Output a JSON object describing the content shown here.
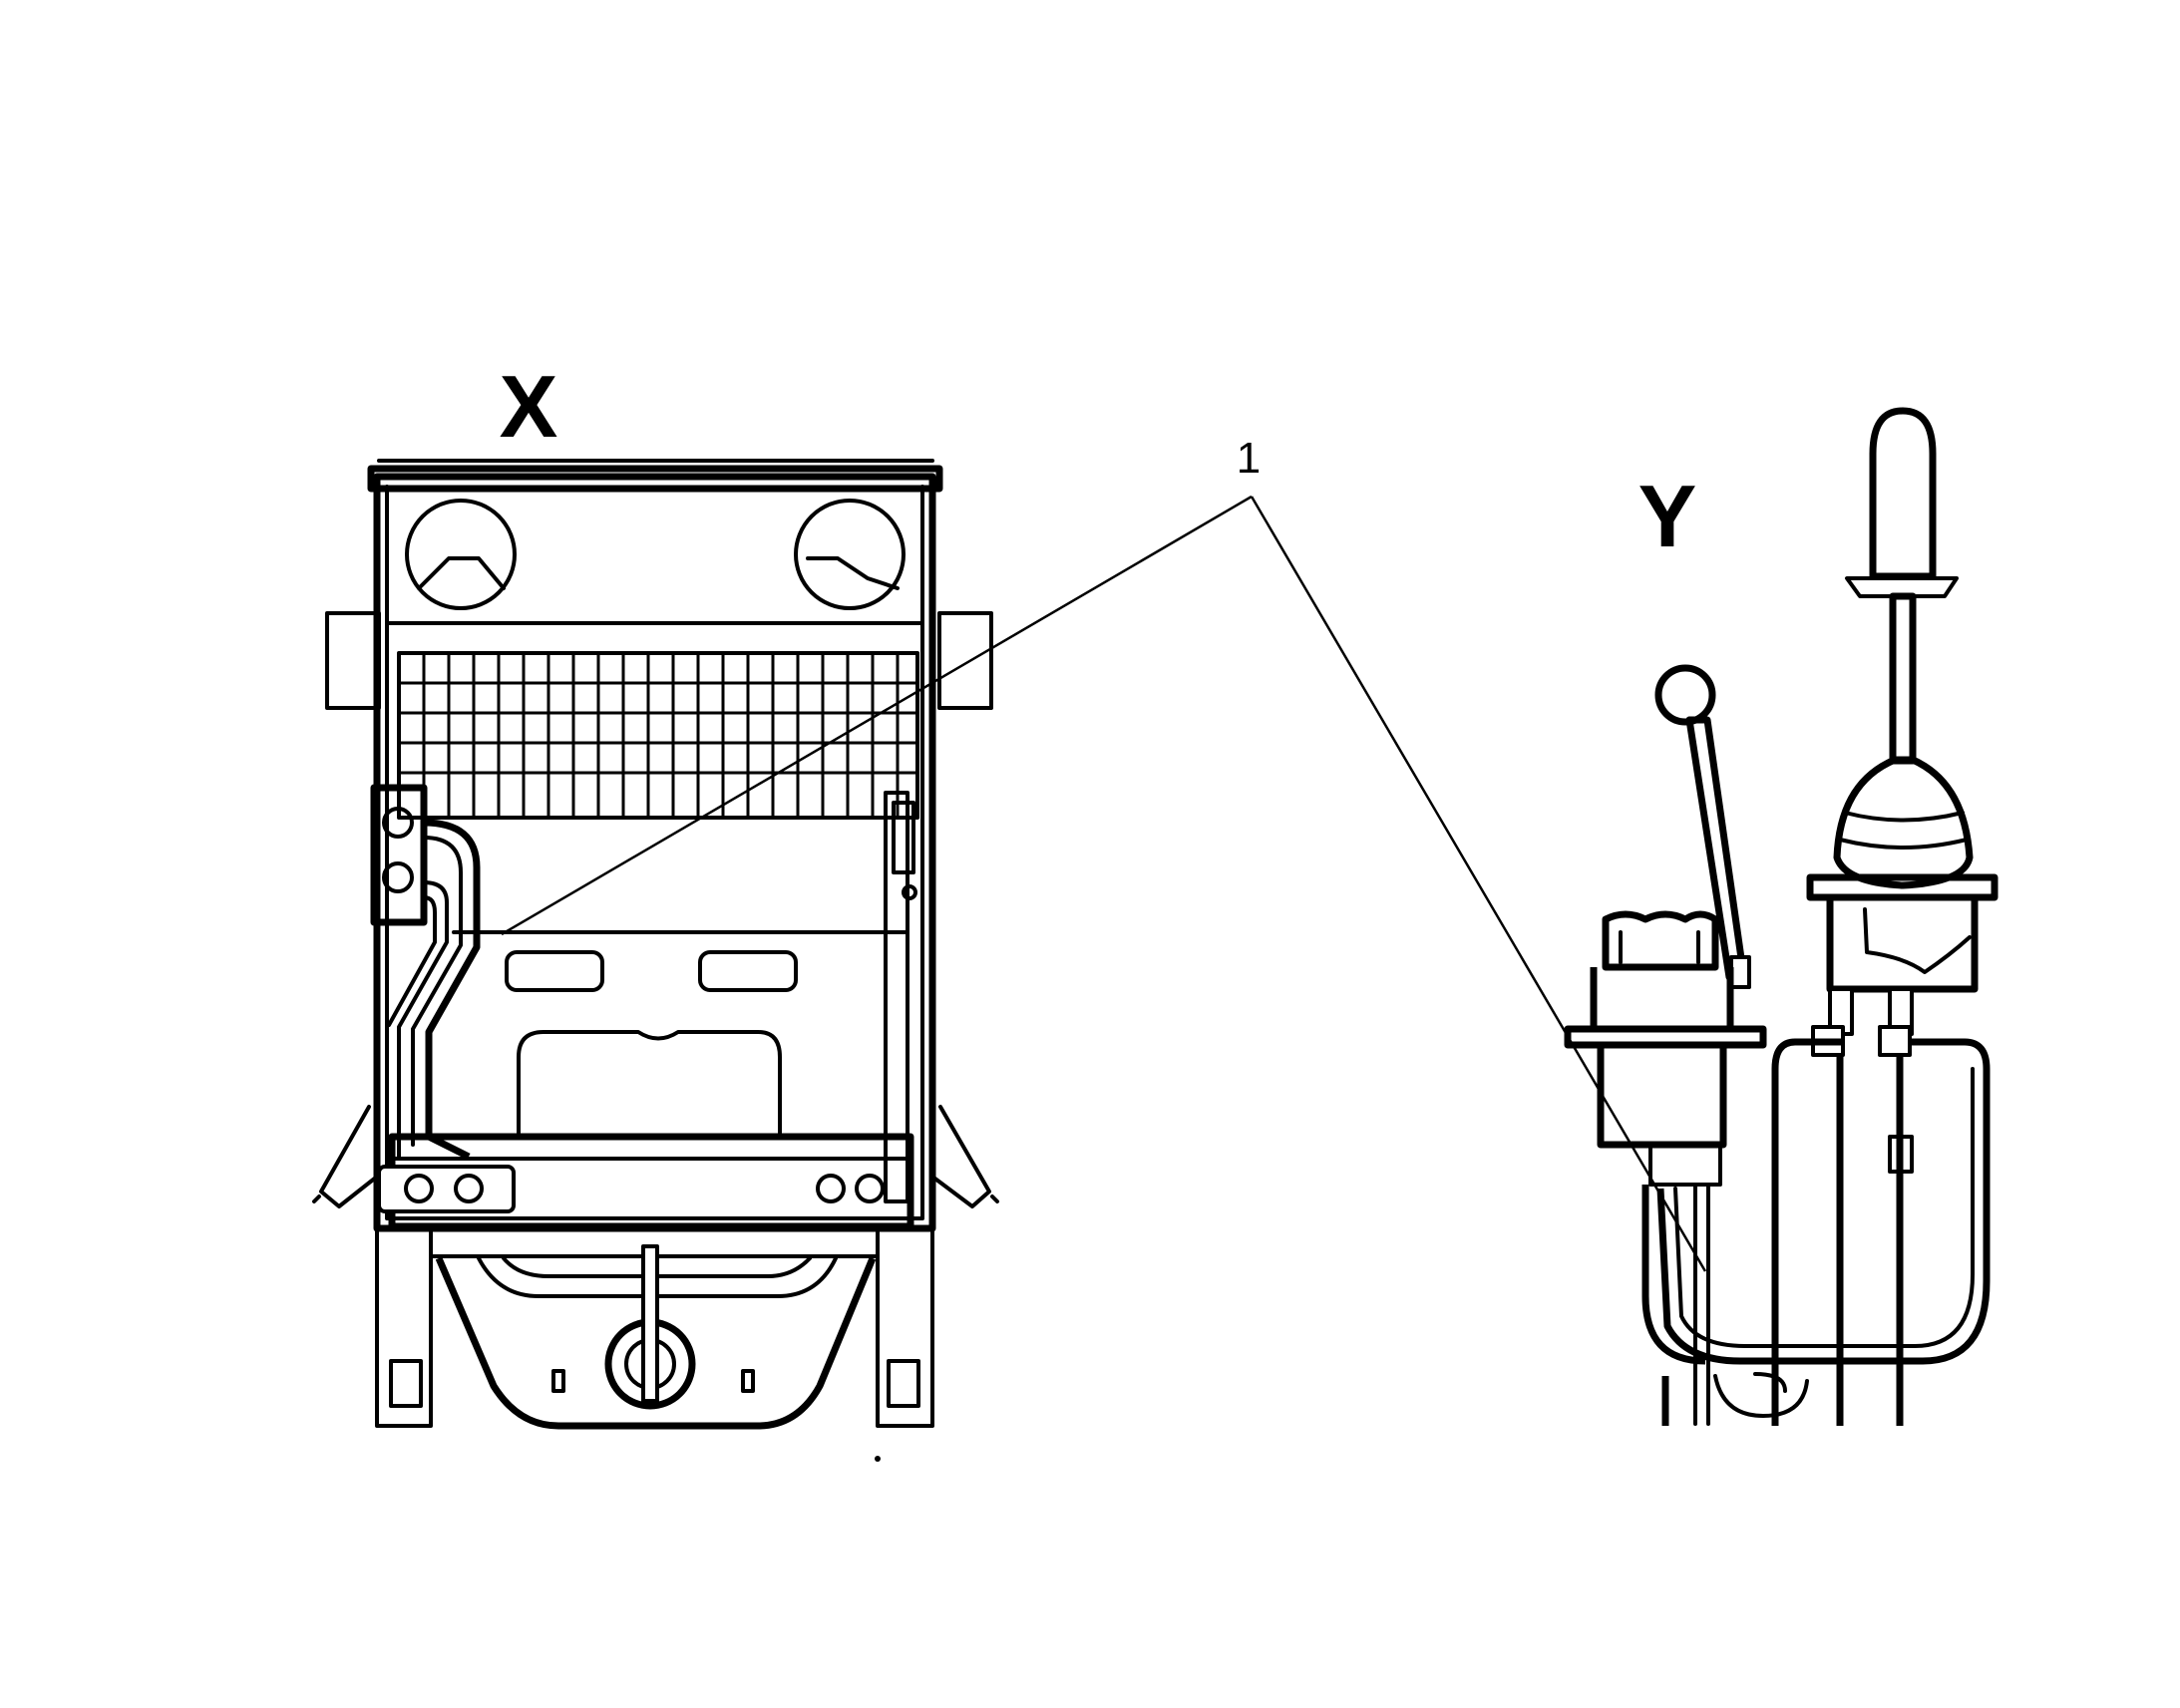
{
  "labels": {
    "view_x": "X",
    "view_y": "Y",
    "callout_1": "1"
  }
}
